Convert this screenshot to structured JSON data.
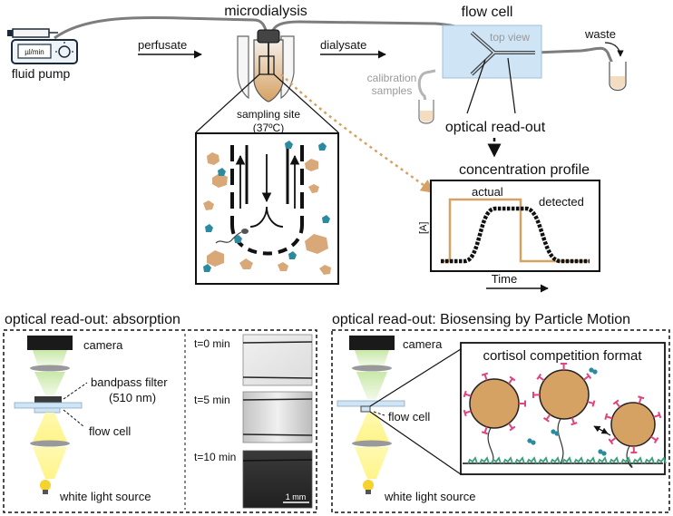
{
  "labels": {
    "microdialysis": "microdialysis",
    "flow_cell": "flow cell",
    "top_view": "top view",
    "waste": "waste",
    "perfusate": "perfusate",
    "dialysate": "dialysate",
    "calibration_1": "calibration",
    "calibration_2": "samples",
    "pump_display": "µl/min",
    "fluid_pump": "fluid pump",
    "sampling_1": "sampling site",
    "sampling_2": "(37ºC)",
    "optical_readout": "optical read-out"
  },
  "concentration_profile": {
    "title": "concentration profile",
    "actual": "actual",
    "detected": "detected",
    "ylabel": "[A]",
    "xlabel": "Time"
  },
  "absorption_panel": {
    "title": "optical read-out: absorption",
    "camera": "camera",
    "bandpass_1": "bandpass filter",
    "bandpass_2": "(510 nm)",
    "flow_cell": "flow cell",
    "light": "white light source",
    "times": [
      "t=0 min",
      "t=5 min",
      "t=10 min"
    ],
    "scale": "1 mm"
  },
  "bpm_panel": {
    "title": "optical read-out: Biosensing by Particle Motion",
    "camera": "camera",
    "flow_cell": "flow cell",
    "light": "white light source",
    "format_title": "cortisol competition format"
  },
  "colors": {
    "accent_orange": "#d6a264",
    "cyan_particle": "#2c8aa0",
    "antibody_pink": "#e0447c",
    "surface_green": "#3aa078",
    "flow_cell_blue": "#cfe4f4"
  }
}
